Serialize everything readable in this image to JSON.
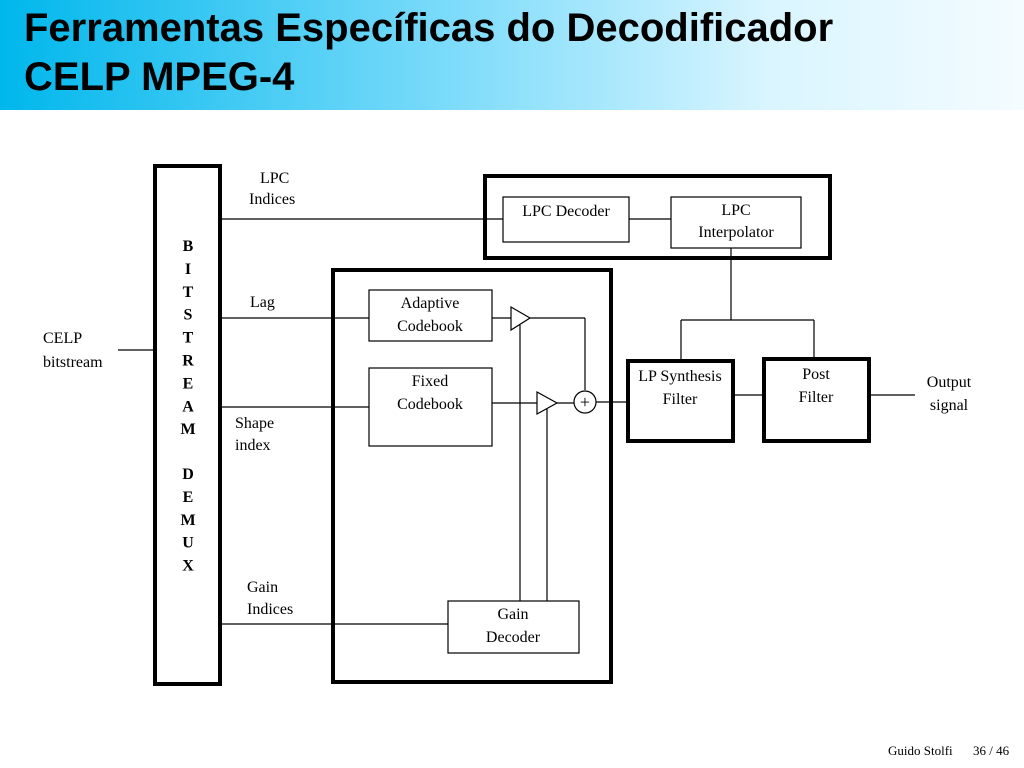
{
  "slide": {
    "title_line1": "Ferramentas Específicas do Decodificador",
    "title_line2": "CELP MPEG-4"
  },
  "diagram": {
    "demux_letters_top": [
      "B",
      "I",
      "T",
      "S",
      "T",
      "R",
      "E",
      "A",
      "M"
    ],
    "demux_letters_bottom": [
      "D",
      "E",
      "M",
      "U",
      "X"
    ],
    "input_label": [
      "CELP",
      "bitstream"
    ],
    "lpc_indices_label": [
      "LPC",
      "Indices"
    ],
    "lag_label": "Lag",
    "shape_index_label": [
      "Shape",
      "index"
    ],
    "gain_indices_label": [
      "Gain",
      "Indices"
    ],
    "lpc_decoder": "LPC Decoder",
    "lpc_interpolator": [
      "LPC",
      "Interpolator"
    ],
    "adaptive_codebook": [
      "Adaptive",
      "Codebook"
    ],
    "fixed_codebook": [
      "Fixed",
      "Codebook"
    ],
    "gain_decoder": [
      "Gain",
      "Decoder"
    ],
    "lp_synthesis_filter": [
      "LP Synthesis",
      "Filter"
    ],
    "post_filter": [
      "Post",
      "Filter"
    ],
    "output_label": [
      "Output",
      "signal"
    ],
    "adder_symbol": "+"
  },
  "footer": {
    "author": "Guido Stolfi",
    "page": "36 / 46"
  }
}
